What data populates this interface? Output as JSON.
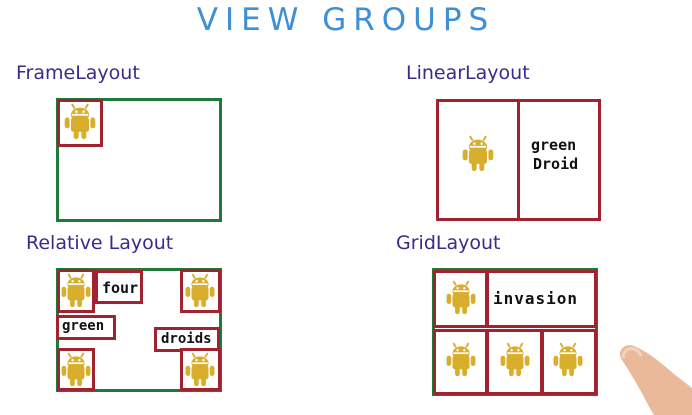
{
  "title": "VIEW GROUPS",
  "sections": {
    "frame": {
      "label": "FrameLayout"
    },
    "linear": {
      "label": "LinearLayout",
      "text": [
        "green",
        "Droid"
      ]
    },
    "relative": {
      "label": "Relative Layout",
      "texts": {
        "four": "four",
        "green": "green",
        "droids": "droids"
      }
    },
    "grid": {
      "label": "GridLayout",
      "text": "invasion"
    }
  },
  "icons": {
    "droid": "android-droid-icon",
    "finger": "pointing-finger-icon"
  },
  "colors": {
    "title": "#3d8fd6",
    "label": "#3a2a8a",
    "container": "#1f7a3a",
    "view": "#a0232f",
    "droid": "#d8ae2c"
  }
}
